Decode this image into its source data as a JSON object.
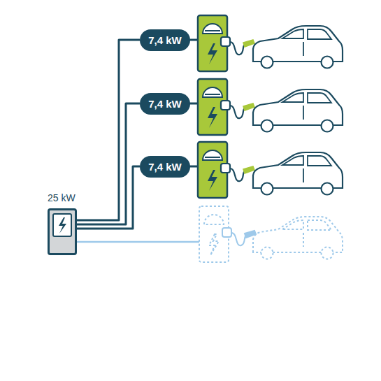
{
  "diagram": {
    "nodes": [
      {
        "text": [
          "7,4 kW"
        ]
      },
      {
        "text": [
          "7,4 kW"
        ]
      },
      {
        "text": [
          "7,4 kW"
        ]
      },
      {
        "text": [
          "25 kW"
        ]
      }
    ],
    "edges": [
      {
        "from": 3,
        "to": 0,
        "arrow": "none"
      },
      {
        "from": 3,
        "to": 1,
        "arrow": "none"
      },
      {
        "from": 3,
        "to": 2,
        "arrow": "none"
      }
    ]
  }
}
